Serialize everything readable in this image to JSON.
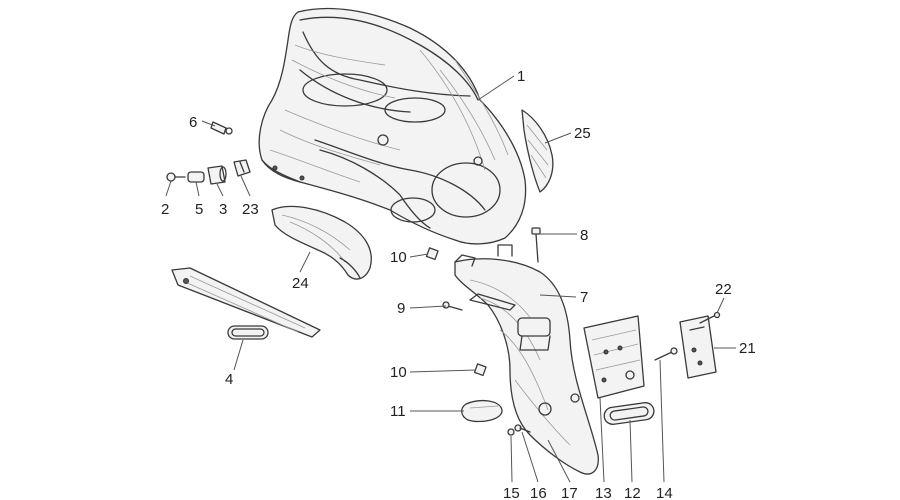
{
  "callouts": {
    "c1": "1",
    "c2": "2",
    "c3": "3",
    "c4": "4",
    "c5": "5",
    "c6": "6",
    "c7": "7",
    "c8": "8",
    "c9": "9",
    "c10a": "10",
    "c10b": "10",
    "c11": "11",
    "c12": "12",
    "c13": "13",
    "c14": "14",
    "c15": "15",
    "c16": "16",
    "c17": "17",
    "c21": "21",
    "c22": "22",
    "c23": "23",
    "c24": "24",
    "c25": "25"
  },
  "colors": {
    "line": "#3a3a3a",
    "leader": "#555555",
    "text": "#222222",
    "background": "#ffffff"
  }
}
